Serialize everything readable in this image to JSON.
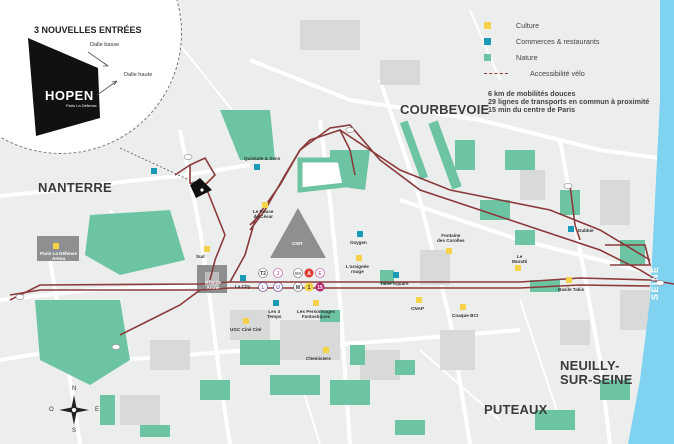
{
  "entrances": {
    "title": "3 NOUVELLES ENTRÉES",
    "dalle_basse": "Dalle basse",
    "dalle_haute": "Dalle haute",
    "logo": "HOPEN",
    "logo_sub": "Paris La Défense"
  },
  "legend": {
    "culture": "Culture",
    "commerces": "Commerces & restaurants",
    "nature": "Nature",
    "velo": "Accessibilité vélo"
  },
  "stats": [
    "6 km de mobilités douces",
    "29 lignes de transports en commun à proximité",
    "15 min du centre de Paris"
  ],
  "districts": {
    "nanterre": "NANTERRE",
    "courbevoie": "COURBEVOIE",
    "neuilly_1": "NEUILLY-",
    "neuilly_2": "SUR-SEINE",
    "puteaux": "PUTEAUX",
    "seine": "SEINE"
  },
  "poi": {
    "quiskate": "Quiskate & Sens",
    "pouce": "Le Pouce\nde César",
    "cnit": "CNIT",
    "oxygen": "Oxygen",
    "araignee": "L'araignée\nrouge",
    "fontaine": "Fontaine\ndes Corolles",
    "dubbie": "Dubbie",
    "muratti": "Le\nMuratti",
    "basile": "Basile Takis",
    "arena": "Paris La Défense\nArena",
    "sud": "Sud",
    "grande_arche": "Grande\nArche",
    "la_city": "La City",
    "table_square": "Table Square",
    "cnap": "CNAP",
    "cnaq_bci": "Cnaque BCI",
    "quatre_temps": "Les 4\nTemps",
    "personnages": "Les Personnages\nFantastiques",
    "ugc": "UGC Ciné Cité",
    "chemisiers": "Chemisiers"
  },
  "transport": {
    "tram": "T2",
    "rer": "RER",
    "rer_a": "A",
    "rer_e": "E",
    "line_l": "L",
    "line_u": "U",
    "metro": "M",
    "metro_1": "1",
    "bus_15": "15"
  },
  "compass": {
    "n": "N",
    "o": "O",
    "e": "E",
    "s": "S"
  },
  "colors": {
    "culture": "#f5d24a",
    "commerces": "#1b9ab8",
    "nature": "#6cc4a3",
    "velo": "#8b3a3a",
    "seine": "#7fd3f0"
  }
}
